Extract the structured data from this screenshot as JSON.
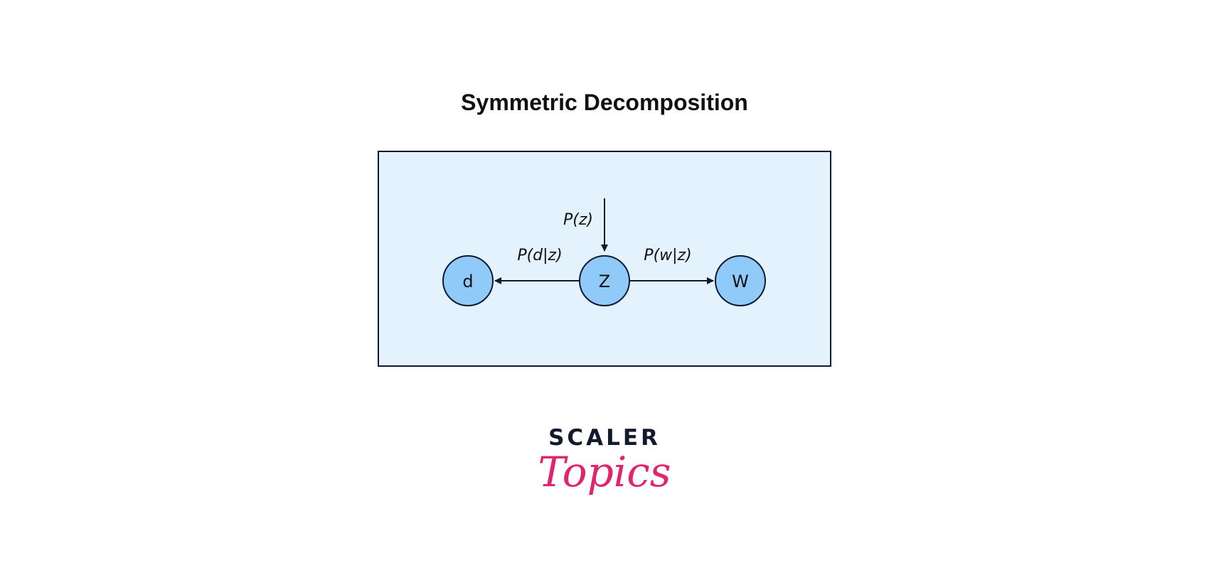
{
  "title": "Symmetric Decomposition",
  "diagram": {
    "nodes": [
      {
        "id": "d",
        "label": "d"
      },
      {
        "id": "z",
        "label": "Z"
      },
      {
        "id": "w",
        "label": "W"
      }
    ],
    "edges": [
      {
        "from": "input",
        "to": "z",
        "label": "P(z)"
      },
      {
        "from": "z",
        "to": "d",
        "label": "P(d|z)"
      },
      {
        "from": "z",
        "to": "w",
        "label": "P(w|z)"
      }
    ],
    "colors": {
      "panel": "#e3f2fd",
      "node": "#90caf9",
      "stroke": "#0f1a2e"
    }
  },
  "logo": {
    "line1": "SCALER",
    "line2": "Topics",
    "colors": {
      "line1": "#141a2e",
      "line2": "#e0256f"
    }
  }
}
